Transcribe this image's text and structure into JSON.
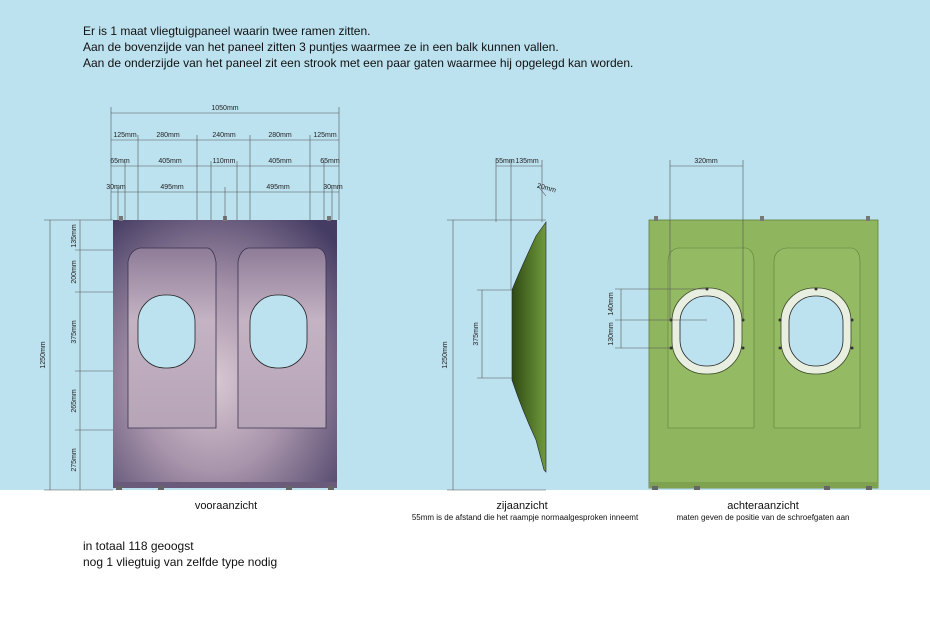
{
  "intro": [
    "Er is 1 maat vliegtuigpaneel waarin twee ramen zitten.",
    "Aan de bovenzijde van het paneel zitten 3 puntjes waarmee ze in een balk kunnen vallen.",
    "Aan de onderzijde van het paneel zit een strook met een paar gaten waarmee hij opgelegd kan worden."
  ],
  "front": {
    "caption": "vooraanzicht",
    "dims": {
      "overall": "1050mm",
      "row1": [
        "125mm",
        "280mm",
        "240mm",
        "280mm",
        "125mm"
      ],
      "row2": [
        "65mm",
        "405mm",
        "110mm",
        "405mm",
        "65mm"
      ],
      "row3": [
        "30mm",
        "495mm",
        "495mm",
        "30mm"
      ],
      "height": "1250mm",
      "vertical": [
        "135mm",
        "200mm",
        "375mm",
        "265mm",
        "275mm"
      ]
    }
  },
  "side": {
    "caption": "zijaanzicht",
    "subcaption": "55mm is de afstand die het raampje normaalgesproken inneemt",
    "dims": {
      "depth_a": "55mm",
      "depth_b": "135mm",
      "tip": "20mm",
      "height": "1250mm",
      "window": "375mm"
    }
  },
  "back": {
    "caption": "achteraanzicht",
    "subcaption": "maten geven de positie van de schroefgaten aan",
    "dims": {
      "width": "320mm",
      "upper": "140mm",
      "lower": "130mm"
    }
  },
  "footer": [
    "in totaal 118 geoogst",
    "nog 1 vliegtuig van zelfde type nodig"
  ],
  "colors": {
    "sky": "#bde2ef",
    "front_panel": "#b5a0b3",
    "front_panel_dark": "#463d63",
    "back_panel": "#8fb55f",
    "back_edge": "#5f7f3a"
  }
}
